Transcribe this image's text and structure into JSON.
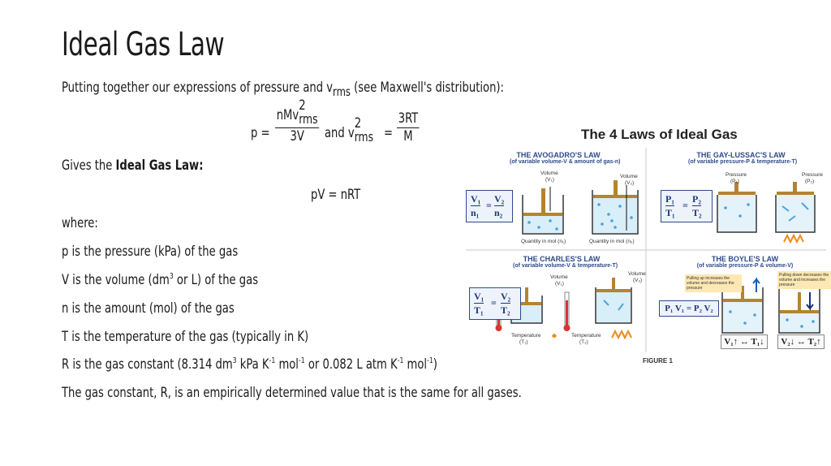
{
  "title": "Ideal Gas Law",
  "intro": {
    "pre": "Putting together our expressions of pressure and v",
    "sub": "rms",
    "post": " (see Maxwell's distribution):"
  },
  "equation1": {
    "p_eq": "p =",
    "num1": "nMv",
    "num1_sup": "2",
    "num1_sub": "rms",
    "den1": "3V",
    "and": "and v",
    "v_sup": "2",
    "v_sub": "rms",
    "eq": "=",
    "num2": "3RT",
    "den2": "M"
  },
  "gives": {
    "pre": "Gives the ",
    "bold": "Ideal Gas Law:"
  },
  "law": "pV = nRT",
  "where": "where:",
  "p_def": "p is the pressure (kPa) of the gas",
  "v_def": {
    "pre": "V is the volume (dm",
    "sup": "3",
    "post": " or L) of the gas"
  },
  "n_def": "n is the amount (mol) of the gas",
  "t_def": "T is the temperature of the gas (typically in K)",
  "r_def": {
    "a": "R is the gas constant (8.314 dm",
    "a_sup": "3",
    "b": " kPa K",
    "b_sup": "-1",
    "c": " mol",
    "c_sup": "-1",
    "d": " or 0.082 L atm K",
    "d_sup": "-1",
    "e": " mol",
    "e_sup": "-1",
    "f": ")"
  },
  "closing": "The gas constant, R, is an empirically determined value that is the same for all gases.",
  "figure": {
    "title": "The 4 Laws of Ideal Gas",
    "avogadro": {
      "title": "THE AVOGADRO'S LAW",
      "sub": "(of variable volume-V & amount of gas-n)",
      "vol1": "Volume",
      "vol1b": "(V₁)",
      "vol2": "Volume",
      "vol2b": "(V₂)",
      "qty1": "Quantity in mol (n₁)",
      "qty2": "Quantity in mol (n₂)",
      "eq_l_num": "V₁",
      "eq_l_den": "n₁",
      "eq_r_num": "V₂",
      "eq_r_den": "n₂",
      "eq_sign": "="
    },
    "gaylussac": {
      "title": "THE GAY-LUSSAC'S LAW",
      "sub": "(of variable pressure-P & temperature-T)",
      "p1": "Pressure",
      "p1b": "(P₁)",
      "p2": "Pressure",
      "p2b": "(P₂)",
      "eq_l_num": "P₁",
      "eq_l_den": "T₁",
      "eq_r_num": "P₂",
      "eq_r_den": "T₂",
      "eq_sign": "="
    },
    "charles": {
      "title": "THE CHARLES'S LAW",
      "sub": "(of variable volume-V & temperature-T)",
      "v1": "Volume",
      "v1b": "(V₁)",
      "v2": "Volume",
      "v2b": "(V₂)",
      "t1": "Temperature",
      "t1b": "(T₁)",
      "t2": "Temperature",
      "t2b": "(T₂)",
      "eq_l_num": "V₁",
      "eq_l_den": "T₁",
      "eq_r_num": "V₂",
      "eq_r_den": "T₂",
      "eq_sign": "="
    },
    "boyle": {
      "title": "THE BOYLE'S LAW",
      "sub": "(of variable pressure-P & volume-V)",
      "note1": "Pulling up increases the volume and decreases the pressure",
      "note2": "Pulling down decreases the volume and increases the pressure",
      "eq": "P₁ V₁ = P₂ V₂",
      "res1": "V₁↑ ↔ T₁↓",
      "res2": "V₂↓ ↔ T₂↑"
    },
    "caption": "FIGURE 1"
  }
}
